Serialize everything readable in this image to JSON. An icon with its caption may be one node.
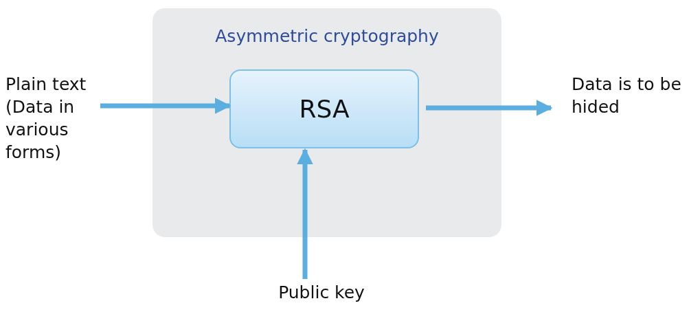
{
  "diagram": {
    "nodes": [
      {
        "text": [
          "Asymmetric cryptography"
        ]
      },
      {
        "text": [
          "RSA"
        ],
        "in": 0
      },
      {
        "text": [
          "Plain text (Data in various forms)"
        ]
      },
      {
        "text": [
          "Data is to be hided"
        ]
      },
      {
        "text": [
          "Public key"
        ]
      }
    ],
    "edges": [
      {
        "from": 2,
        "to": 1,
        "arrow": "to"
      },
      {
        "from": 1,
        "to": 3,
        "arrow": "to"
      },
      {
        "from": 4,
        "to": 1,
        "arrow": "to"
      }
    ]
  }
}
